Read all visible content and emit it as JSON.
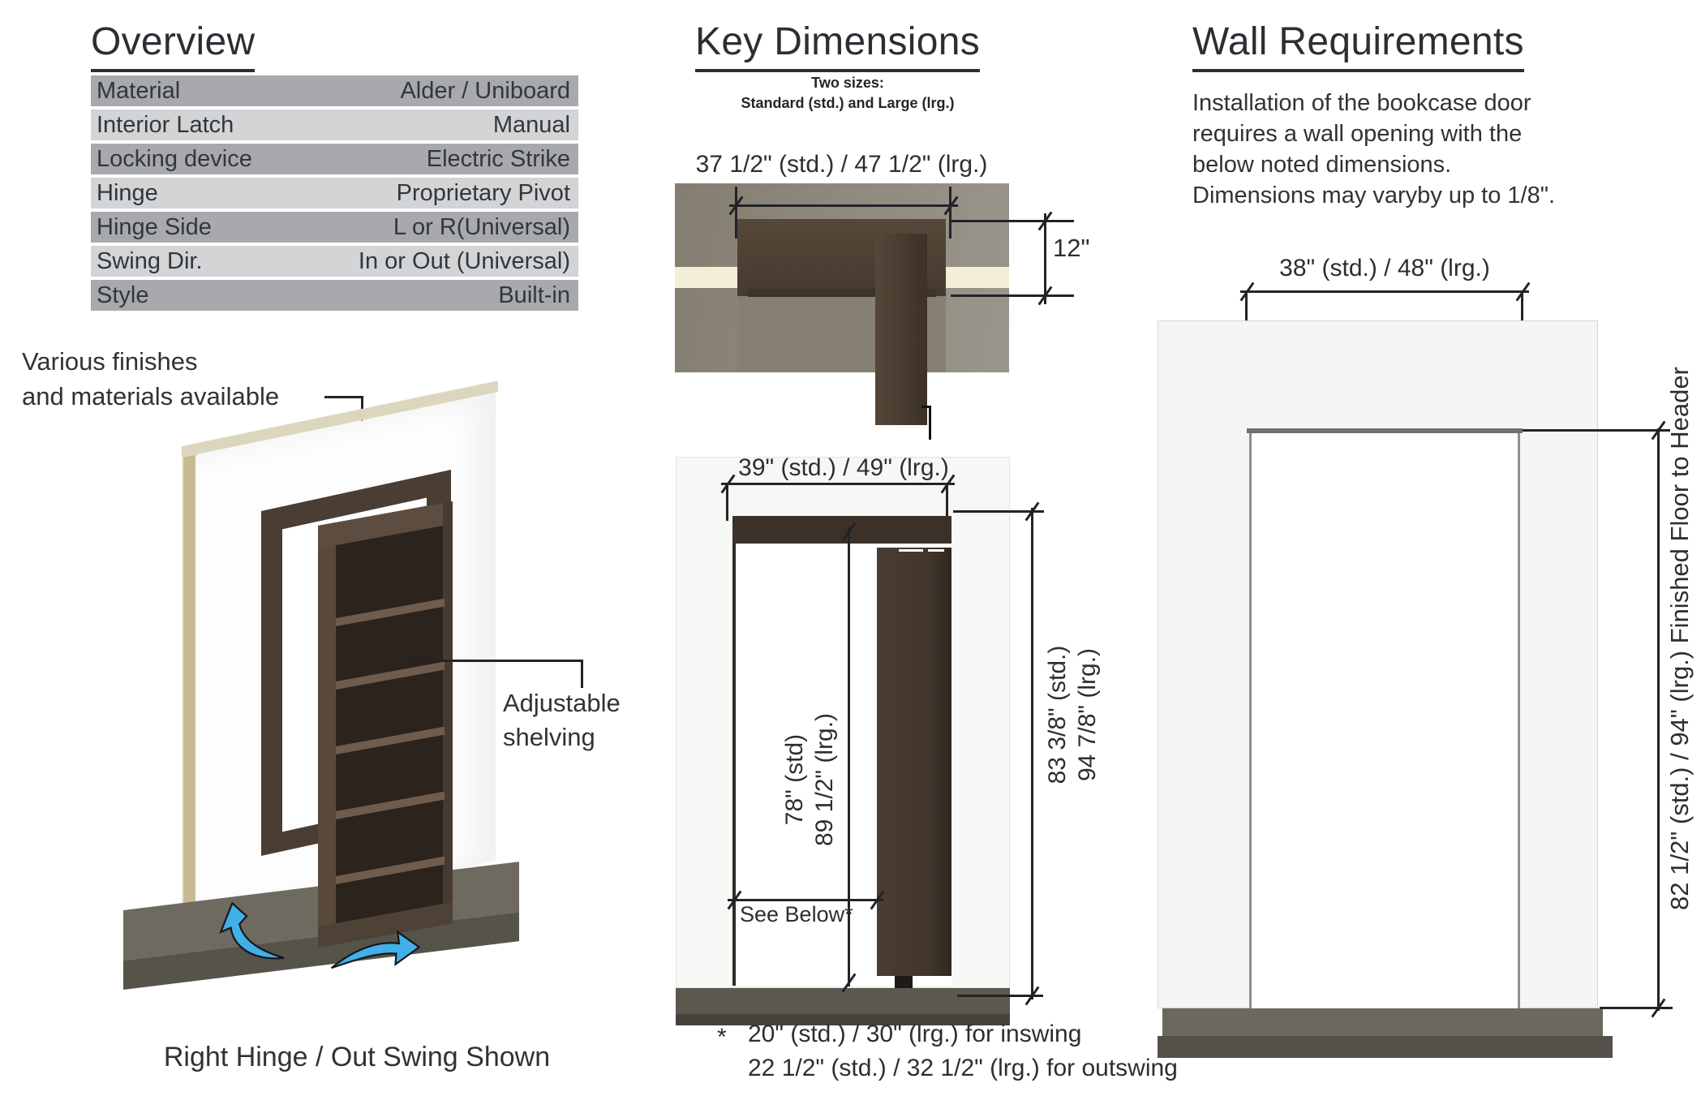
{
  "overview": {
    "title": "Overview",
    "rows": [
      {
        "label": "Material",
        "value": "Alder / Uniboard"
      },
      {
        "label": "Interior Latch",
        "value": "Manual"
      },
      {
        "label": "Locking device",
        "value": "Electric Strike"
      },
      {
        "label": "Hinge",
        "value": "Proprietary Pivot"
      },
      {
        "label": "Hinge Side",
        "value": "L or R(Universal)"
      },
      {
        "label": "Swing Dir.",
        "value": "In or Out (Universal)"
      },
      {
        "label": "Style",
        "value": "Built-in"
      }
    ],
    "annotation_finishes_line1": "Various finishes",
    "annotation_finishes_line2": "and materials available",
    "annotation_shelving_line1": "Adjustable",
    "annotation_shelving_line2": "shelving",
    "caption": "Right Hinge / Out Swing Shown"
  },
  "key_dimensions": {
    "title": "Key Dimensions",
    "subtitle_line1": "Two sizes:",
    "subtitle_line2": "Standard (std.) and Large (lrg.)",
    "top_view": {
      "width_label": "37 1/2\" (std.) / 47 1/2\" (lrg.)",
      "depth_label": "12\""
    },
    "elevation": {
      "width_label": "39\" (std.) / 49\" (lrg.)",
      "inner_height_line1": "78\" (std)",
      "inner_height_line2": "89 1/2\" (lrg.)",
      "outer_height_line1": "83 3/8\" (std.)",
      "outer_height_line2": "94 7/8\" (lrg.)",
      "see_below_label": "See Below*"
    },
    "footnote_marker": "*",
    "footnote_line1": "20\" (std.) / 30\" (lrg.) for inswing",
    "footnote_line2": "22 1/2\" (std.) / 32 1/2\" (lrg.) for outswing"
  },
  "wall_requirements": {
    "title": "Wall Requirements",
    "body_line1": "Installation of the bookcase door",
    "body_line2": "requires a wall opening with the",
    "body_line3": "below noted dimensions.",
    "body_line4": "Dimensions may varyby up to 1/8\".",
    "width_label": "38\" (std.) / 48\" (lrg.)",
    "height_label": "82 1/2\" (std.) / 94\" (lrg.) Finished Floor to Header"
  },
  "icons": {
    "swing_left": "curved-arrow-counterclockwise",
    "swing_right": "curved-arrow-right"
  },
  "colors": {
    "accent_blue": "#41b0e8",
    "wood_dark_brown": "#46392f",
    "wall_top_view": "#8e887b",
    "drywall_cream": "#f2eed8",
    "table_row_dark": "#a7a9ac",
    "table_row_light": "#d2d4d5",
    "floor_gray": "#5b5850",
    "text": "#2e3236"
  }
}
